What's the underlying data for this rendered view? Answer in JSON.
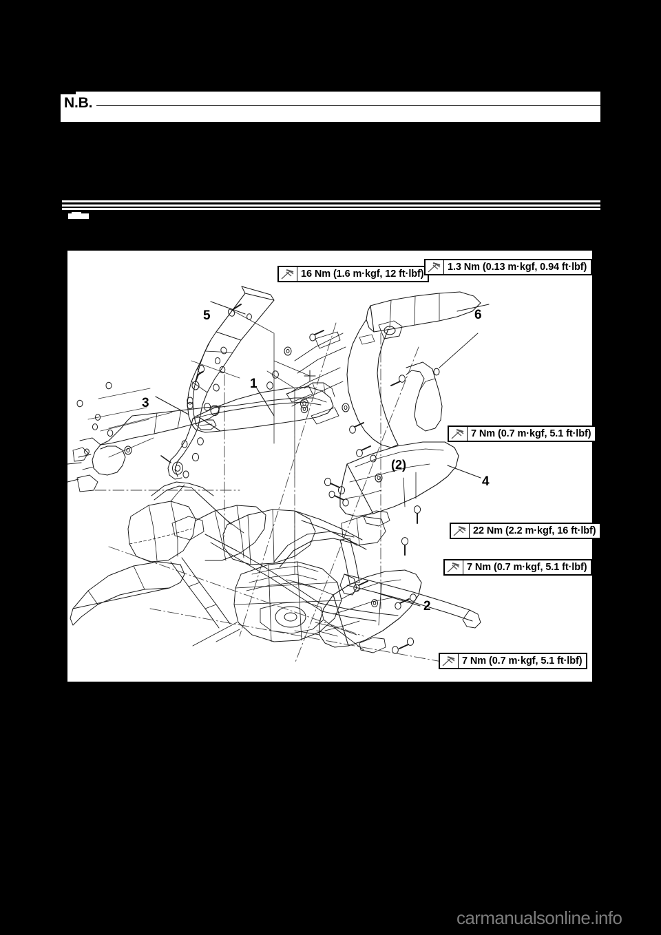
{
  "page": {
    "background_color": "#000000",
    "paper_color": "#ffffff"
  },
  "note": {
    "heading": "N.B.",
    "body_text": ""
  },
  "diagram": {
    "title": "",
    "type": "exploded-parts-view",
    "callouts": [
      {
        "id": "1",
        "label": "1"
      },
      {
        "id": "2",
        "label": "2"
      },
      {
        "id": "3",
        "label": "3"
      },
      {
        "id": "4",
        "label": "4"
      },
      {
        "id": "5",
        "label": "5"
      },
      {
        "id": "6",
        "label": "6"
      },
      {
        "id": "qty2",
        "label": "(2)"
      }
    ],
    "torque_specs": [
      {
        "id": "t16",
        "icon": "bolt-icon",
        "text": "16 Nm (1.6 m·kgf, 12 ft·lbf)"
      },
      {
        "id": "t13",
        "icon": "bolt-icon",
        "text": "1.3 Nm (0.13 m·kgf, 0.94 ft·lbf)"
      },
      {
        "id": "t7a",
        "icon": "bolt-icon",
        "text": "7 Nm (0.7 m·kgf, 5.1 ft·lbf)"
      },
      {
        "id": "t22",
        "icon": "bolt-icon",
        "text": "22 Nm (2.2 m·kgf, 16 ft·lbf)"
      },
      {
        "id": "t7b",
        "icon": "bolt-icon",
        "text": "7 Nm (0.7 m·kgf, 5.1 ft·lbf)"
      },
      {
        "id": "t7c",
        "icon": "bolt-icon",
        "text": "7 Nm (0.7 m·kgf, 5.1 ft·lbf)"
      }
    ]
  },
  "footer": {
    "watermark": "carmanualsonline.info",
    "watermark_color": "#7c7c7c"
  }
}
